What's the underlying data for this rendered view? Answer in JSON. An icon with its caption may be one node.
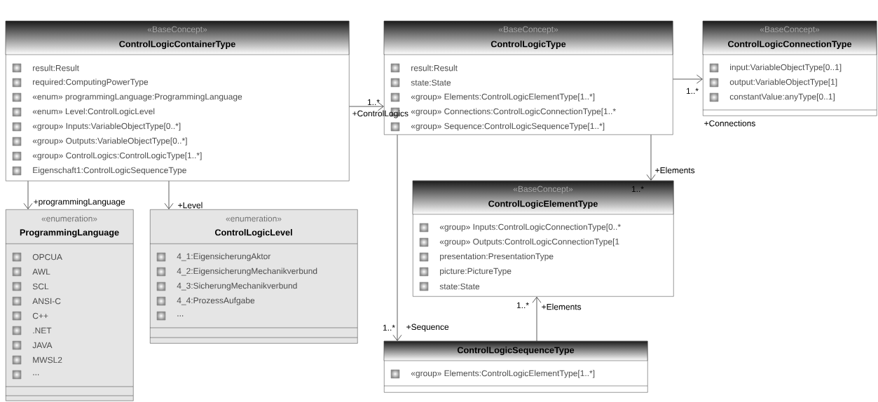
{
  "diagram": {
    "nodes": [
      {
        "text": [
          "«BaseConcept»",
          "ControlLogicContainerType",
          "result:Result",
          "required:ComputingPowerType",
          "«enum» programmingLanguage:ProgrammingLanguage",
          "«enum» Level:ControlLogicLevel",
          "«group» Inputs:VariableObjectType[0..*]",
          "«group» Outputs:VariableObjectType[0..*]",
          "«group» ControlLogics:ControlLogicType[1..*]",
          "Eigenschaft1:ControlLogicSequenceType"
        ]
      },
      {
        "text": [
          "«BaseConcept»",
          "ControlLogicType",
          "result:Result",
          "state:State",
          "«group» Elements:ControlLogicElementType[1..*]",
          "«group» Connections:ControlLogicConnectionType[1..*",
          "«group» Sequence:ControlLogicSequenceType[1..*]"
        ]
      },
      {
        "text": [
          "«BaseConcept»",
          "ControlLogicConnectionType",
          "input:VariableObjectType[0..1]",
          "output:VariableObjectType[1]",
          "constantValue:anyType[0..1]"
        ]
      },
      {
        "text": [
          "«enumeration»",
          "ProgrammingLanguage",
          "OPCUA",
          "AWL",
          "SCL",
          "ANSI-C",
          "C++",
          ".NET",
          "JAVA",
          "MWSL2",
          "..."
        ]
      },
      {
        "text": [
          "«enumeration»",
          "ControlLogicLevel",
          "4_1:EigensicherungAktor",
          "4_2:EigensicherungMechanikverbund",
          "4_3:SicherungMechanikverbund",
          "4_4:ProzessAufgabe",
          "..."
        ]
      },
      {
        "text": [
          "«BaseConcept»",
          "ControlLogicElementType",
          "«group» Inputs:ControlLogicConnectionType[0..*",
          "«group» Outputs:ControlLogicConnectionType[1",
          "presentation:PresentationType",
          "picture:PictureType",
          "state:State"
        ]
      },
      {
        "text": [
          "ControlLogicSequenceType",
          "«group» Elements:ControlLogicElementType[1..*]"
        ]
      }
    ],
    "edges": [
      {
        "from": 0,
        "to": 1,
        "arrow": "to",
        "label": "+ControlLogics"
      },
      {
        "from": 1,
        "to": 2,
        "arrow": "to",
        "label": "+Connections"
      },
      {
        "from": 1,
        "to": 5,
        "arrow": "to",
        "label": "+Elements"
      },
      {
        "from": 1,
        "to": 6,
        "arrow": "to",
        "label": "+Sequence"
      },
      {
        "from": 6,
        "to": 5,
        "arrow": "to",
        "label": "+Elements"
      },
      {
        "from": 0,
        "to": 3,
        "arrow": "to",
        "label": "+programmingLanguage"
      },
      {
        "from": 0,
        "to": 4,
        "arrow": "to",
        "label": "+Level"
      }
    ],
    "labels": [
      "1..*",
      "1..*",
      "1..*",
      "1..*",
      "1..*"
    ]
  }
}
